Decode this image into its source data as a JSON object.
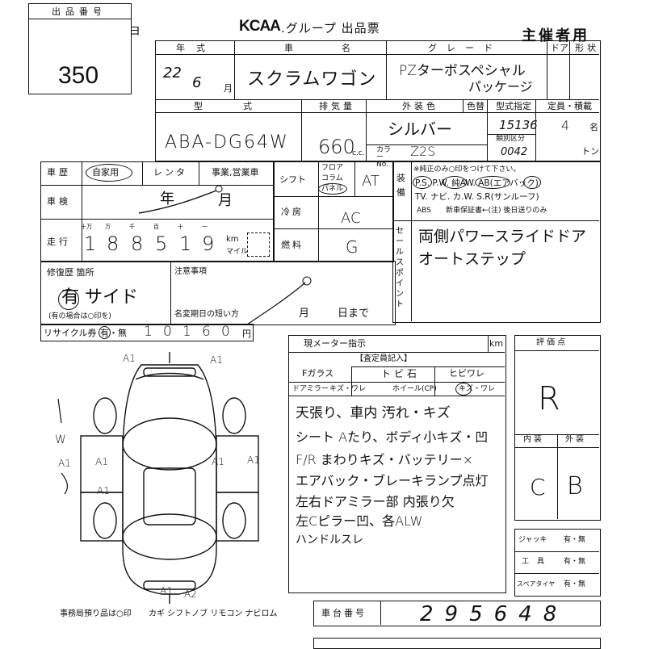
{
  "header": {
    "lot_number_label": "出品番号",
    "lot_number": "350",
    "corner_char": "ヨ",
    "logo": "KCAA",
    "group_title": ".グループ 出品票",
    "organizer": "主催者用"
  },
  "vehicle": {
    "year_label": "年式",
    "year_value": "22",
    "month_value": "6",
    "month_unit": "月",
    "name_label": "車名",
    "name_value": "スクラムワゴン",
    "grade_label": "グレード",
    "grade_value_1": "PZターボスペシャル",
    "grade_value_2": "パッケージ",
    "door_label": "ドア",
    "shape_label": "形状",
    "model_label": "型式",
    "model_value": "ABA-DG64W",
    "displacement_label": "排気量",
    "displacement_value": "660",
    "displacement_unit": "c.c.",
    "exterior_color_label": "外装色",
    "exterior_color_value": "シルバー",
    "color_no_label": "カラーNo.",
    "color_no_value": "Z2S",
    "color_change_label": "色替",
    "type_designation_label": "型式指定",
    "type_designation_value": "15136",
    "class_label": "類別区分",
    "class_value": "0042",
    "capacity_label": "定員・積載",
    "capacity_value": "4",
    "capacity_unit": "名",
    "load_unit": "トン"
  },
  "history": {
    "history_label": "車歴",
    "private_use": "自家用",
    "rental": "レンタ",
    "business": "事業,営業車",
    "inspection_label": "車検",
    "inspection_year": "年",
    "inspection_month": "月",
    "mileage_label": "走行",
    "mileage_units": [
      "十万",
      "万",
      "千",
      "百",
      "十",
      "一"
    ],
    "mileage_digits": [
      "1",
      "8",
      "8",
      "5",
      "1",
      "9"
    ],
    "km": "km",
    "mile": "マイル",
    "shift_label": "シフト",
    "floor": "フロア",
    "column": "コラム",
    "panel": "パネル",
    "shift_value": "AT",
    "aircon_label": "冷房",
    "aircon_value": "AC",
    "fuel_label": "燃料",
    "fuel_value": "G",
    "repair_label": "修復歴 箇所",
    "repair_value": "有 サイド",
    "repair_note": "(有の場合は○印を)",
    "caution_label": "注意事項",
    "name_change_label": "名変期日の短い方",
    "name_change_month": "月",
    "name_change_day": "日まで",
    "recycle_label": "リサイクル券",
    "recycle_yes_no": "有・無",
    "recycle_digits": [
      "1",
      "0",
      "1",
      "6",
      "0"
    ],
    "recycle_unit": "円"
  },
  "equipment": {
    "label": "装備",
    "note": "※純正のみ○印をつけて下さい。",
    "line1": "P.S. P.W. 純AW. AB(エアバック)",
    "line2": "TV. ナビ. カ.W. S.R(サンルーフ)",
    "line3_abs": "ABS",
    "line3_rest": "新車保証書←(注) 後日送りのみ",
    "sales_point_label": "セールスポイント",
    "sales_point_1": "両側パワースライドドア",
    "sales_point_2": "オートステップ"
  },
  "meter": {
    "label": "現メーター指示",
    "unit": "km",
    "inspector_label": "【査定員記入】",
    "f_glass": "Fガラス",
    "tobi_ishi": "トビ石",
    "hibi_ware": "ヒビワレ",
    "door_mirror": "ドアミラー",
    "kizu_ware": "キズ・ワレ",
    "wheel_cp": "ホイール(CP)",
    "kizu_ware_2": "キズ・ワレ",
    "notes": [
      "天張り、車内 汚れ・キズ",
      "シート Aたり、ボディ小キズ・凹",
      "F/R まわりキズ・バッテリー×",
      "エアバック・ブレーキランプ点灯",
      "左右ドアミラー部 内張り欠",
      "左Cピラー凹、各ALW",
      "ハンドルスレ"
    ]
  },
  "score": {
    "label": "評価点",
    "value": "R",
    "interior_label": "内装",
    "exterior_label": "外装",
    "interior_value": "C",
    "exterior_value": "B"
  },
  "tools": {
    "jack_label": "ジャッキ",
    "tool_label": "工具",
    "spare_label": "スペアタイヤ",
    "yes_no": "有・無"
  },
  "diagram_marks": {
    "a1_top_left": "A1",
    "a1_top_right": "A1",
    "a1_left_upper": "A1",
    "a1_right_upper": "A1",
    "a1_left_lower": "A1",
    "a1_right_side": "A1",
    "a1_bottom": "A1",
    "a2_bottom": "A2",
    "side_note": "W",
    "side_note2": "A1"
  },
  "footer": {
    "office_note": "事務局預り品は○印",
    "items": "カギ シフトノブ リモコン ナビロム",
    "chassis_label": "車台番号",
    "chassis_value": "295648"
  }
}
